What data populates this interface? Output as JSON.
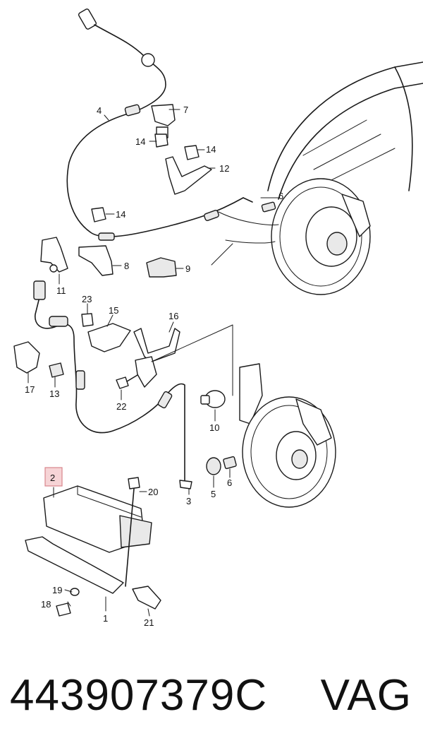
{
  "diagram": {
    "callouts": [
      {
        "id": "label-1",
        "text": "1"
      },
      {
        "id": "label-2",
        "text": "2"
      },
      {
        "id": "label-3",
        "text": "3"
      },
      {
        "id": "label-4",
        "text": "4"
      },
      {
        "id": "label-5",
        "text": "5"
      },
      {
        "id": "label-6a",
        "text": "6"
      },
      {
        "id": "label-6b",
        "text": "6"
      },
      {
        "id": "label-7",
        "text": "7"
      },
      {
        "id": "label-8",
        "text": "8"
      },
      {
        "id": "label-9",
        "text": "9"
      },
      {
        "id": "label-10",
        "text": "10"
      },
      {
        "id": "label-11",
        "text": "11"
      },
      {
        "id": "label-12",
        "text": "12"
      },
      {
        "id": "label-13",
        "text": "13"
      },
      {
        "id": "label-14a",
        "text": "14"
      },
      {
        "id": "label-14b",
        "text": "14"
      },
      {
        "id": "label-14c",
        "text": "14"
      },
      {
        "id": "label-15",
        "text": "15"
      },
      {
        "id": "label-16",
        "text": "16"
      },
      {
        "id": "label-17",
        "text": "17"
      },
      {
        "id": "label-18",
        "text": "18"
      },
      {
        "id": "label-19",
        "text": "19"
      },
      {
        "id": "label-20",
        "text": "20"
      },
      {
        "id": "label-21",
        "text": "21"
      },
      {
        "id": "label-22",
        "text": "22"
      },
      {
        "id": "label-23",
        "text": "23"
      }
    ],
    "highlight_color": "#f6d4d6"
  },
  "footer": {
    "part_number": "443907379C",
    "brand": "VAG"
  }
}
